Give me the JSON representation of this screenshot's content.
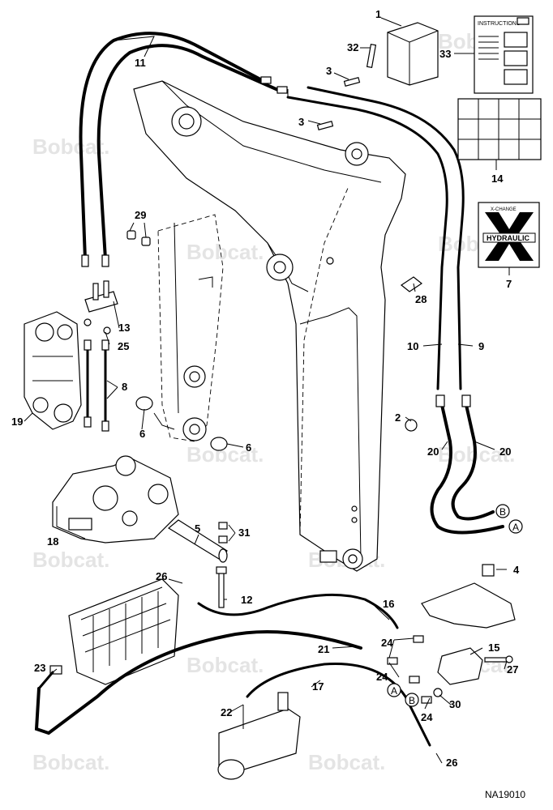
{
  "figure_id": "NA19010",
  "watermark_text": "Bobcat.",
  "instructions_label": "INSTRUCTIONS",
  "decal": {
    "top_text": "X-CHANGE",
    "main_text": "HYDRAULIC"
  },
  "connector_letters": {
    "a": "A",
    "b": "B"
  },
  "callouts": {
    "c1": "1",
    "c2": "2",
    "c3": "3",
    "c4": "4",
    "c5": "5",
    "c6": "6",
    "c7": "7",
    "c8": "8",
    "c9": "9",
    "c10": "10",
    "c11": "11",
    "c12": "12",
    "c13": "13",
    "c14": "14",
    "c15": "15",
    "c16": "16",
    "c17": "17",
    "c18": "18",
    "c19": "19",
    "c20": "20",
    "c21": "21",
    "c22": "22",
    "c23": "23",
    "c24": "24",
    "c25": "25",
    "c26": "26",
    "c27": "27",
    "c28": "28",
    "c29": "29",
    "c30": "30",
    "c31": "31",
    "c32": "32",
    "c33": "33"
  },
  "colors": {
    "ink": "#000000",
    "watermark": "#e4e4e4",
    "paper": "#ffffff"
  }
}
